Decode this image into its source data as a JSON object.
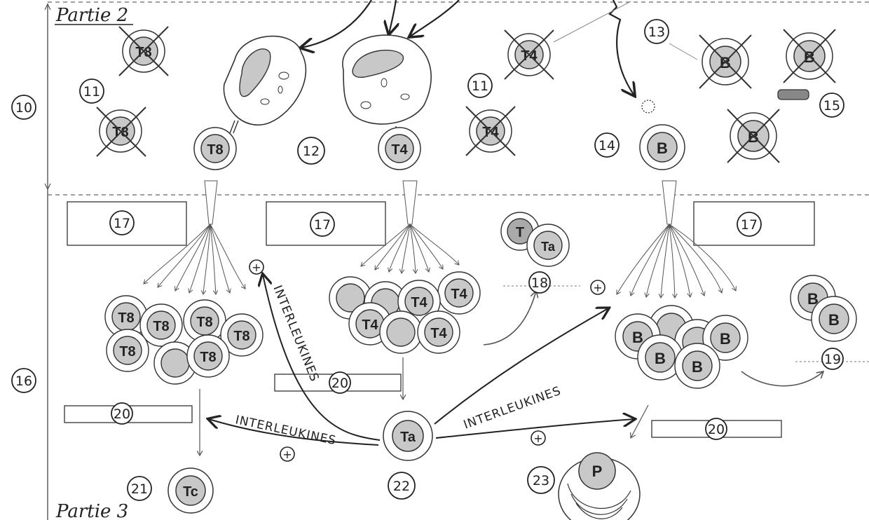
{
  "section_titles": {
    "partie2": "Partie 2",
    "partie3": "Partie 3"
  },
  "numbers": {
    "n10": "10",
    "n11a": "11",
    "n11b": "11",
    "n12": "12",
    "n13": "13",
    "n14": "14",
    "n15": "15",
    "n16": "16",
    "n17a": "17",
    "n17b": "17",
    "n17c": "17",
    "n18": "18",
    "n19": "19",
    "n20a": "20",
    "n20b": "20",
    "n20c": "20",
    "n21": "21",
    "n22": "22",
    "n23": "23"
  },
  "cell_labels": {
    "t8": "T8",
    "t4": "T4",
    "b": "B",
    "ta": "Ta",
    "t": "T",
    "tc": "Tc",
    "p": "P"
  },
  "annotations": {
    "interleukines_vertical": "INTERLEUKINES",
    "interleukines_left": "INTERLEUKINES",
    "interleukines_right": "INTERLEUKINES",
    "plus": "+"
  },
  "colors": {
    "ink": "#222222",
    "nucleus": "#c8c8c8",
    "cell_fill": "#ffffff",
    "box_stroke": "#333333",
    "dashed": "#666666"
  }
}
